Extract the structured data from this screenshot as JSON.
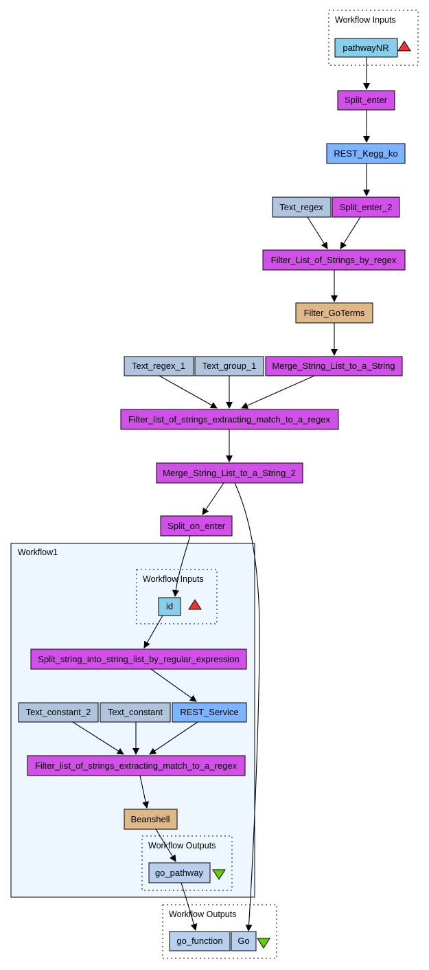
{
  "colors": {
    "input_port": "#87ceeb",
    "service": "#d050e8",
    "rest": "#7eb3ff",
    "constant": "#b0c4de",
    "beanshell": "#deb887",
    "output_port": "#b8cfee",
    "nested_workflow_bg": "#eef6ff",
    "input_triangle": "#ee3333",
    "output_triangle": "#66cc00"
  },
  "groups": {
    "inputs_top": "Workflow Inputs",
    "workflow1": "Workflow1",
    "inputs_inner": "Workflow Inputs",
    "outputs_inner": "Workflow Outputs",
    "outputs_bottom": "Workflow Outputs"
  },
  "nodes": {
    "pathwayNR": "pathwayNR",
    "split_enter": "Split_enter",
    "rest_kegg_ko": "REST_Kegg_ko",
    "text_regex": "Text_regex",
    "split_enter_2": "Split_enter_2",
    "filter_list_of_strings_by_regex": "Filter_List_of_Strings_by_regex",
    "filter_goterms": "Filter_GoTerms",
    "text_regex_1": "Text_regex_1",
    "text_group_1": "Text_group_1",
    "merge_string_list": "Merge_String_List_to_a_String",
    "filter_extract_outer": "Filter_list_of_strings_extracting_match_to_a_regex",
    "merge_string_list_2": "Merge_String_List_to_a_String_2",
    "split_on_enter": "Split_on_enter",
    "id": "id",
    "split_string": "Split_string_into_string_list_by_regular_expression",
    "text_constant_2": "Text_constant_2",
    "text_constant": "Text_constant",
    "rest_service": "REST_Service",
    "filter_extract_inner": "Filter_list_of_strings_extracting_match_to_a_regex",
    "beanshell": "Beanshell",
    "go_pathway": "go_pathway",
    "go_function": "go_function",
    "go": "Go"
  }
}
